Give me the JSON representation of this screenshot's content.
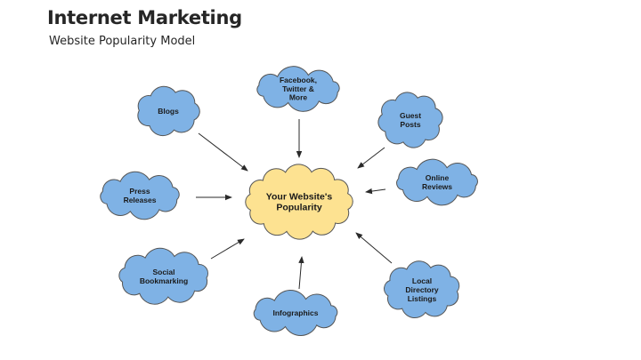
{
  "slide": {
    "title": "Internet Marketing",
    "subtitle": "Website Popularity Model"
  },
  "colors": {
    "outer_cloud_fill": "#7fb2e5",
    "center_cloud_fill": "#fde291",
    "outline": "#555555",
    "arrow": "#2a2a2a"
  },
  "diagram": {
    "center": {
      "id": "center",
      "label": [
        "Your Website's",
        "Popularity"
      ]
    },
    "nodes": [
      {
        "id": "blogs",
        "label": [
          "Blogs"
        ]
      },
      {
        "id": "facebook",
        "label": [
          "Facebook,",
          "Twitter &",
          "More"
        ]
      },
      {
        "id": "guest-posts",
        "label": [
          "Guest",
          "Posts"
        ]
      },
      {
        "id": "online-reviews",
        "label": [
          "Online",
          "Reviews"
        ]
      },
      {
        "id": "local-directory",
        "label": [
          "Local",
          "Directory",
          "Listings"
        ]
      },
      {
        "id": "infographics",
        "label": [
          "Infographics"
        ]
      },
      {
        "id": "social-bookmarking",
        "label": [
          "Social",
          "Bookmarking"
        ]
      },
      {
        "id": "press-releases",
        "label": [
          "Press",
          "Releases"
        ]
      }
    ],
    "edges": [
      {
        "from": "blogs",
        "to": "center"
      },
      {
        "from": "facebook",
        "to": "center"
      },
      {
        "from": "guest-posts",
        "to": "center"
      },
      {
        "from": "online-reviews",
        "to": "center"
      },
      {
        "from": "local-directory",
        "to": "center"
      },
      {
        "from": "infographics",
        "to": "center"
      },
      {
        "from": "social-bookmarking",
        "to": "center"
      },
      {
        "from": "press-releases",
        "to": "center"
      }
    ]
  }
}
